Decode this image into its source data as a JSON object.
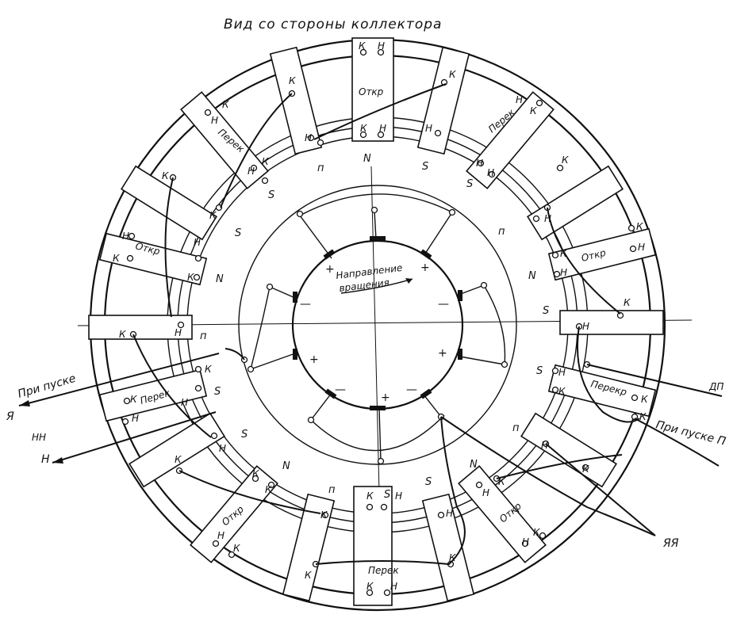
{
  "title": "Вид со стороны коллектора",
  "rotation_label": [
    "Направление",
    "вращения"
  ],
  "pole_letters": {
    "north": "N",
    "south": "S",
    "aux": "п"
  },
  "coil_state_labels": {
    "open": "Откр",
    "cross": "Перек",
    "cross_alt": "Перекр"
  },
  "terminal_letters": {
    "start": "Н",
    "end": "К"
  },
  "brush_signs": {
    "plus": "+",
    "minus": "—"
  },
  "external_leads": {
    "start_left": "При пуске",
    "ya": "Я",
    "nn": "НН",
    "n": "Н",
    "dp": "ДП",
    "start_right": "При пуске П",
    "yaya": "ЯЯ"
  }
}
